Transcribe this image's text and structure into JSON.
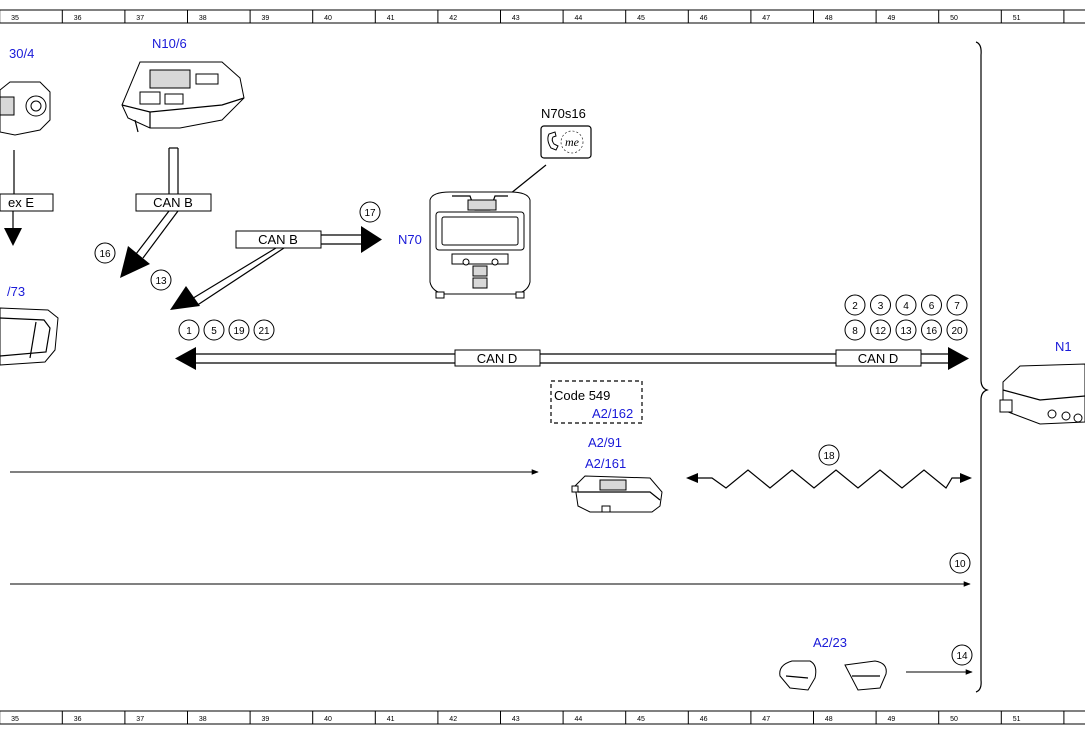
{
  "ruler": {
    "columns": [
      "35",
      "36",
      "37",
      "38",
      "39",
      "40",
      "41",
      "42",
      "43",
      "44",
      "45",
      "46",
      "47",
      "48",
      "49",
      "50",
      "51"
    ]
  },
  "components": {
    "n30_4": "30/4",
    "n10_6": "N10/6",
    "n70s16": "N70s16",
    "n70": "N70",
    "n73": "/73",
    "n11": "N1",
    "code549": "Code 549",
    "a2_162": "A2/162",
    "a2_91": "A2/91",
    "a2_161": "A2/161",
    "a2_23": "A2/23",
    "phone_icon_text": "me"
  },
  "bus_labels": {
    "left_cut": "ex E",
    "can_b_1": "CAN B",
    "can_b_2": "CAN B",
    "can_d_1": "CAN D",
    "can_d_2": "CAN D"
  },
  "callouts": {
    "c16": "16",
    "c13": "13",
    "c17": "17",
    "left_row": [
      "1",
      "5",
      "19",
      "21"
    ],
    "right_row1": [
      "2",
      "3",
      "4",
      "6",
      "7"
    ],
    "right_row2": [
      "8",
      "12",
      "13",
      "16",
      "20"
    ],
    "c18": "18",
    "c10": "10",
    "c14": "14"
  }
}
